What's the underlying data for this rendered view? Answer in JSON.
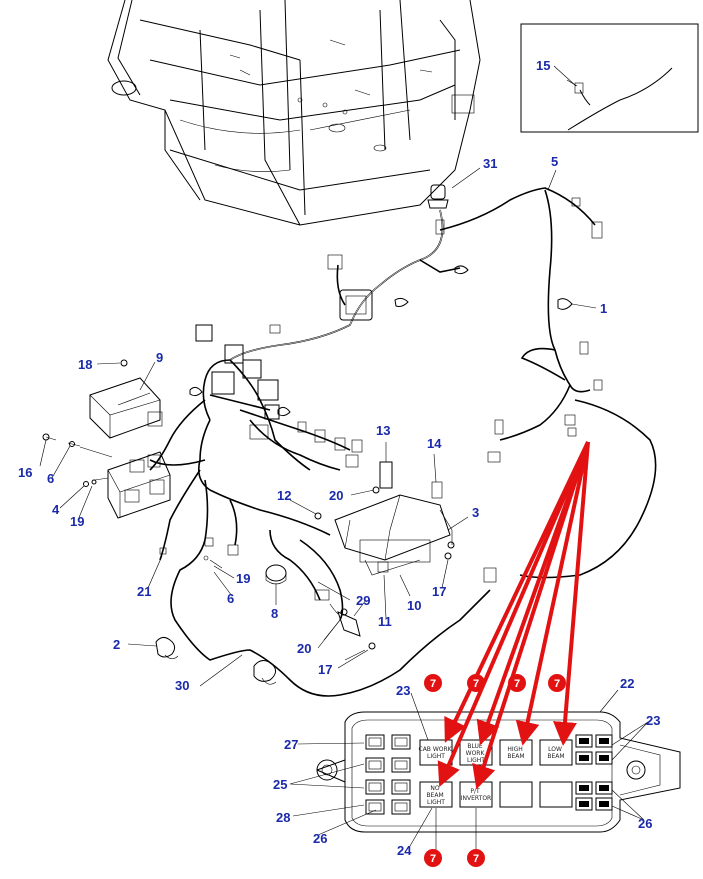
{
  "callouts": [
    {
      "id": "c15",
      "label": "15"
    },
    {
      "id": "c31",
      "label": "31"
    },
    {
      "id": "c5",
      "label": "5"
    },
    {
      "id": "c1",
      "label": "1"
    },
    {
      "id": "c18",
      "label": "18"
    },
    {
      "id": "c9",
      "label": "9"
    },
    {
      "id": "c13",
      "label": "13"
    },
    {
      "id": "c14",
      "label": "14"
    },
    {
      "id": "c16",
      "label": "16"
    },
    {
      "id": "c6a",
      "label": "6"
    },
    {
      "id": "c4",
      "label": "4"
    },
    {
      "id": "c19a",
      "label": "19"
    },
    {
      "id": "c20a",
      "label": "20"
    },
    {
      "id": "c12",
      "label": "12"
    },
    {
      "id": "c3",
      "label": "3"
    },
    {
      "id": "c21",
      "label": "21"
    },
    {
      "id": "c19b",
      "label": "19"
    },
    {
      "id": "c6b",
      "label": "6"
    },
    {
      "id": "c17a",
      "label": "17"
    },
    {
      "id": "c10",
      "label": "10"
    },
    {
      "id": "c8",
      "label": "8"
    },
    {
      "id": "c29",
      "label": "29"
    },
    {
      "id": "c11",
      "label": "11"
    },
    {
      "id": "c2",
      "label": "2"
    },
    {
      "id": "c20b",
      "label": "20"
    },
    {
      "id": "c17b",
      "label": "17"
    },
    {
      "id": "c30",
      "label": "30"
    },
    {
      "id": "c22",
      "label": "22"
    },
    {
      "id": "c23a",
      "label": "23"
    },
    {
      "id": "c23b",
      "label": "23"
    },
    {
      "id": "c27",
      "label": "27"
    },
    {
      "id": "c25",
      "label": "25"
    },
    {
      "id": "c28",
      "label": "28"
    },
    {
      "id": "c26a",
      "label": "26"
    },
    {
      "id": "c26b",
      "label": "26"
    },
    {
      "id": "c24",
      "label": "24"
    }
  ],
  "markers": {
    "label": "7"
  },
  "relay_labels": [
    {
      "id": "r1",
      "lines": [
        "CAB WORK",
        "LIGHT"
      ]
    },
    {
      "id": "r2",
      "lines": [
        "BLUE",
        "WORK",
        "LIGHT"
      ]
    },
    {
      "id": "r3",
      "lines": [
        "HIGH",
        "BEAM"
      ]
    },
    {
      "id": "r4",
      "lines": [
        "LOW",
        "BEAM"
      ]
    },
    {
      "id": "r5",
      "lines": [
        "NO",
        "BEAM",
        "LIGHT"
      ]
    },
    {
      "id": "r6",
      "lines": [
        "P/T",
        "INVERTOR"
      ]
    }
  ],
  "colors": {
    "callout": "#1a2aa8",
    "arrow": "#e21212",
    "marker": "#e21212"
  }
}
